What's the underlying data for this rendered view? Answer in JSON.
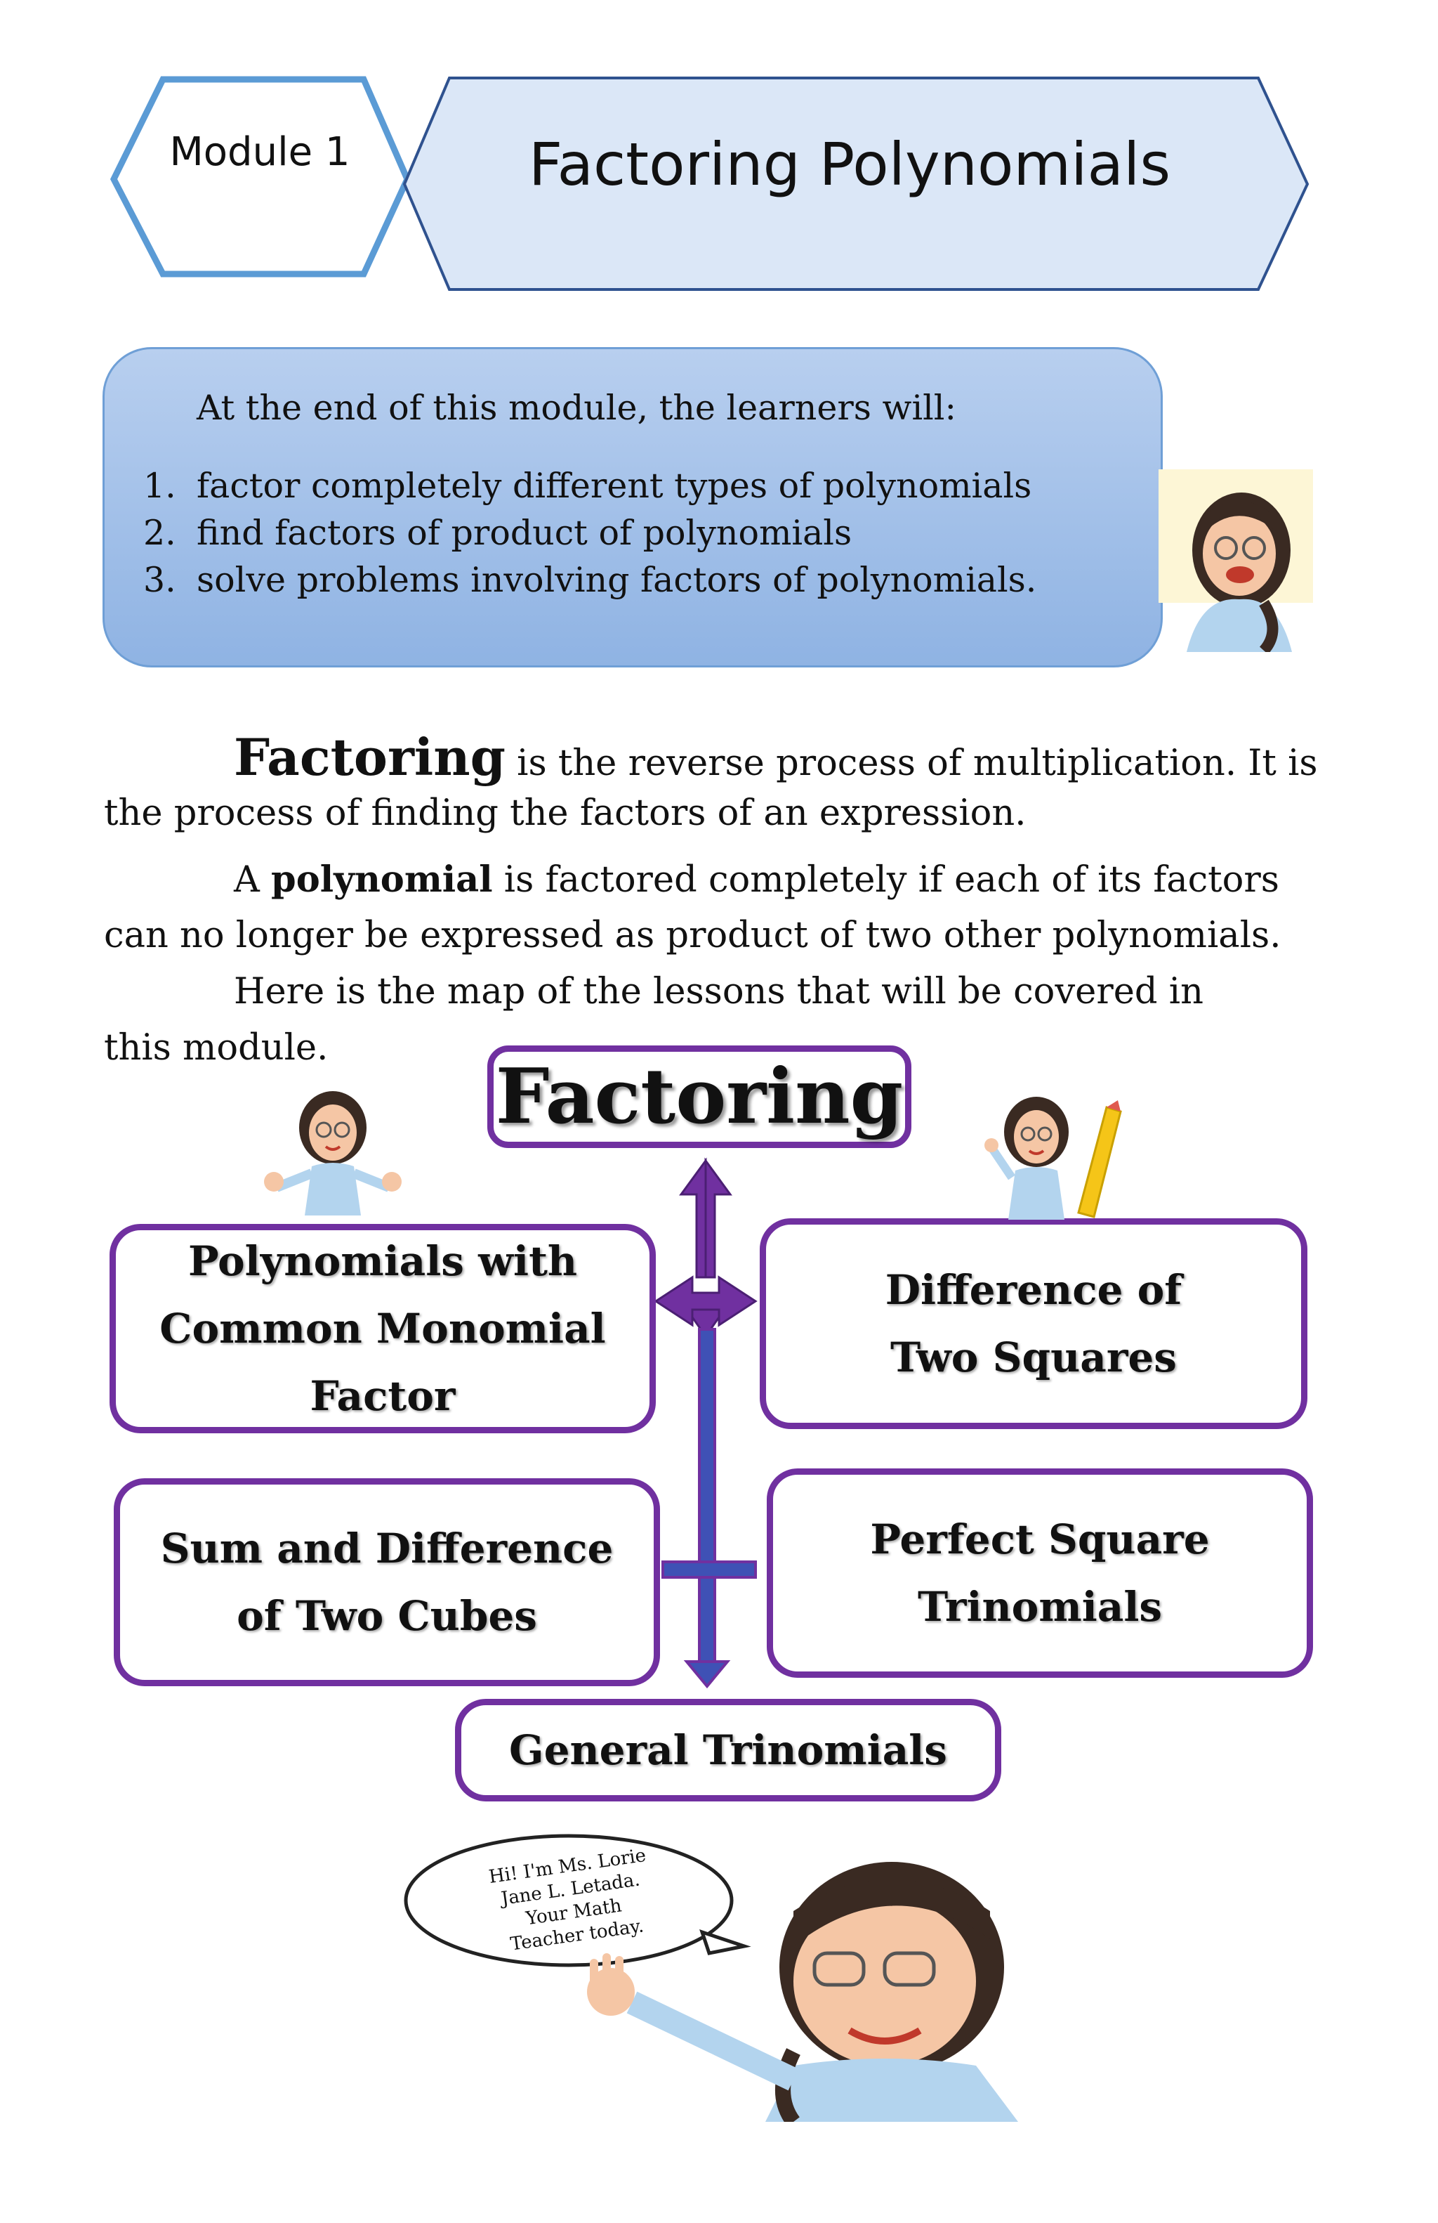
{
  "header": {
    "module_label": "Module 1",
    "title": "Factoring Polynomials"
  },
  "objectives": {
    "intro": "At the end of this module, the learners will:",
    "items": [
      {
        "num": "1.",
        "text": "factor completely different types of polynomials"
      },
      {
        "num": "2.",
        "text": "find factors of product of polynomials"
      },
      {
        "num": "3.",
        "text": "solve problems involving factors of polynomials."
      }
    ]
  },
  "body": {
    "p1_term": "Factoring",
    "p1_line1_rest": " is the reverse process of multiplication. It is",
    "p1_line2": "the process of finding the factors of an expression.",
    "p2_lead": "A ",
    "p2_term": "polynomial",
    "p2_line1_rest": " is factored completely if each of its factors",
    "p2_line2": "can no longer be expressed as product of two other polynomials.",
    "p3_line1": "Here is the map of the lessons that will be covered in",
    "p3_line2": "this module."
  },
  "concept_map": {
    "root": "Factoring",
    "nodes": [
      "Polynomials with Common Monomial Factor",
      "Difference of Two Squares",
      "Sum and Difference of Two Cubes",
      "Perfect Square Trinomials",
      "General Trinomials"
    ]
  },
  "teacher_bubble": {
    "line1": "Hi! I'm Ms. Lorie",
    "line2": "Jane L. Letada.",
    "line3": "Your Math",
    "line4": "Teacher today."
  },
  "colors": {
    "header_blue": "#5b9bd5",
    "header_dark": "#2f528f",
    "header_fill": "#dbe7f7",
    "box_fill": "#a8c4ec",
    "map_purple": "#7030a0",
    "arrow_blue": "#3f51b5"
  }
}
